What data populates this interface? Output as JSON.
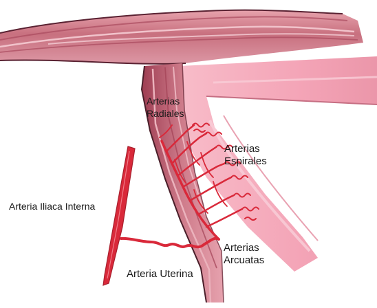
{
  "labels": {
    "radiales": [
      "Arterias",
      "Radiales"
    ],
    "espirales": [
      "Arterias",
      "Espirales"
    ],
    "iliaca": "Arteria Iliaca Interna",
    "arcuatas": [
      "Arterias",
      "Arcuatas"
    ],
    "uterina": "Arteria Uterina"
  },
  "colors": {
    "vessel_red": "#d9293a",
    "muscle_dark": "#b45a6e",
    "muscle_mid": "#d98b98",
    "muscle_light": "#f2c6cd",
    "endometrium_pink": "#f4a7b9",
    "outline": "#4a1f2a"
  }
}
